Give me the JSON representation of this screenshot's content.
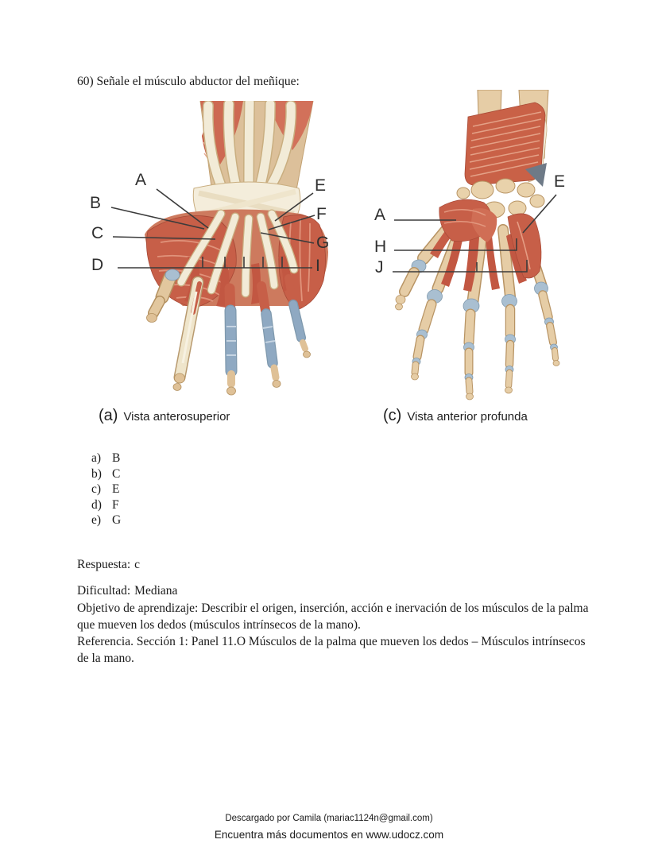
{
  "question": "60) Señale el músculo abductor del meñique:",
  "figure_a": {
    "labels": {
      "A": "A",
      "B": "B",
      "C": "C",
      "D": "D",
      "E": "E",
      "F": "F",
      "G": "G",
      "I": "I"
    },
    "caption_letter": "(a)",
    "caption_text": "Vista anterosuperior"
  },
  "figure_c": {
    "labels": {
      "A": "A",
      "E": "E",
      "H": "H",
      "J": "J"
    },
    "caption_letter": "(c)",
    "caption_text": "Vista anterior profunda"
  },
  "options": [
    {
      "key": "a)",
      "value": "B"
    },
    {
      "key": "b)",
      "value": "C"
    },
    {
      "key": "c)",
      "value": "E"
    },
    {
      "key": "d)",
      "value": "F"
    },
    {
      "key": "e)",
      "value": "G"
    }
  ],
  "answer": {
    "label": "Respuesta:",
    "value": "c"
  },
  "difficulty": {
    "label": "Dificultad:",
    "value": "Mediana"
  },
  "objective": "Objetivo de aprendizaje: Describir el origen, inserción, acción e inervación de los músculos de la palma que mueven los dedos (músculos intrínsecos de la mano).",
  "reference": "Referencia. Sección 1: Panel 11.O Músculos de la palma que mueven los dedos – Músculos intrínsecos de la mano.",
  "footer": {
    "line1": "Descargado por Camila (mariac1124n@gmail.com)",
    "line2": "Encuentra más documentos en www.udocz.com"
  },
  "colors": {
    "muscle_red": "#c75f48",
    "muscle_highlight": "#e59d84",
    "tendon_cream": "#f2ebd7",
    "bone_tan": "#e6cda6",
    "bone_outline": "#b89464",
    "joint_blue": "#a9bfd1",
    "leader_line": "#3b3b3b"
  }
}
